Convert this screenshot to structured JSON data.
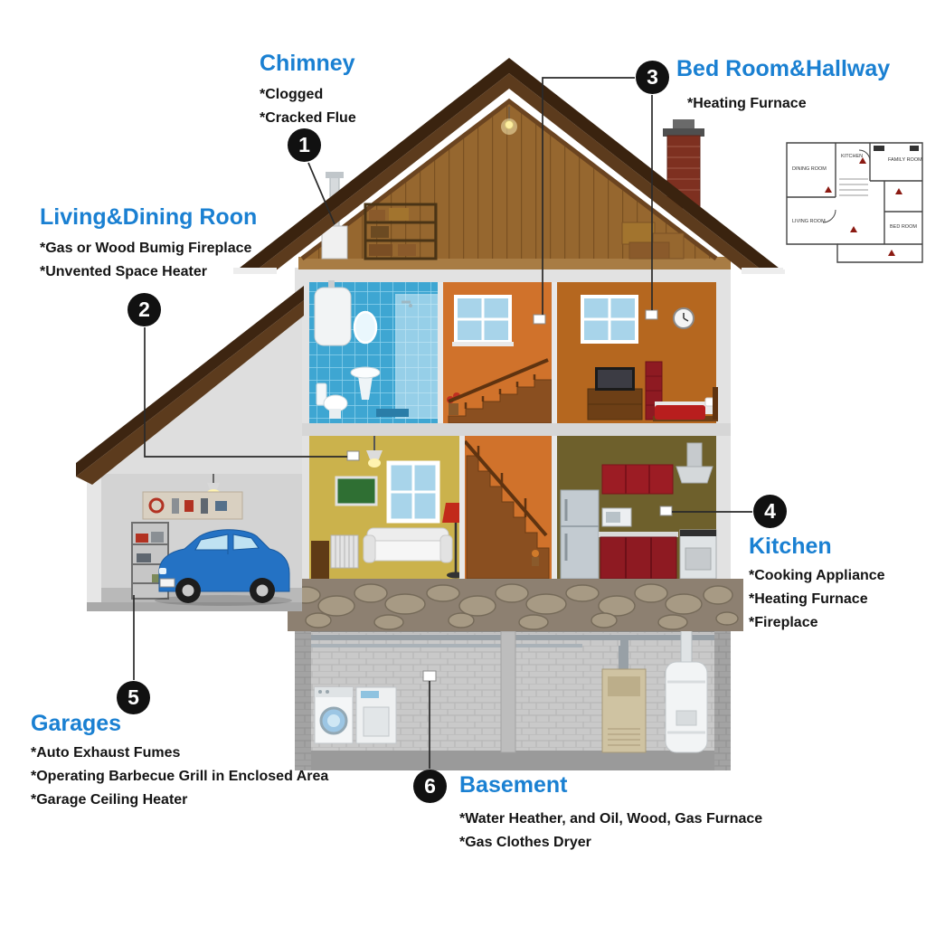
{
  "figure": {
    "kind": "cutaway-house-carbon-monoxide-sources"
  },
  "colors": {
    "accent": "#1a80d2",
    "callout_text": "#141414",
    "badge_bg": "#111111",
    "badge_text": "#ffffff",
    "leader_line": "#2a2a2a"
  },
  "callouts": [
    {
      "number": "1",
      "title": "Chimney",
      "items": [
        "*Clogged",
        "*Cracked Flue"
      ]
    },
    {
      "number": "2",
      "title": "Living&Dining Roon",
      "items": [
        "*Gas or Wood Bumig Fireplace",
        "*Unvented Space Heater"
      ]
    },
    {
      "number": "3",
      "title": "Bed Room&Hallway",
      "items": [
        "*Heating Furnace"
      ]
    },
    {
      "number": "4",
      "title": "Kitchen",
      "items": [
        "*Cooking Appliance",
        "*Heating Furnace",
        "*Fireplace"
      ]
    },
    {
      "number": "5",
      "title": "Garages",
      "items": [
        "*Auto Exhaust Fumes",
        "*Operating Barbecue Grill in Enclosed Area",
        "*Garage Ceiling Heater"
      ]
    },
    {
      "number": "6",
      "title": "Basement",
      "items": [
        "*Water Heather, and Oil, Wood, Gas Furnace",
        "*Gas Clothes Dryer"
      ]
    }
  ],
  "floorplan_inset": {
    "labels": [
      "DINING ROOM",
      "KITCHEN",
      "FAMILY ROOM",
      "LIVING ROOM",
      "BED ROOM"
    ]
  }
}
